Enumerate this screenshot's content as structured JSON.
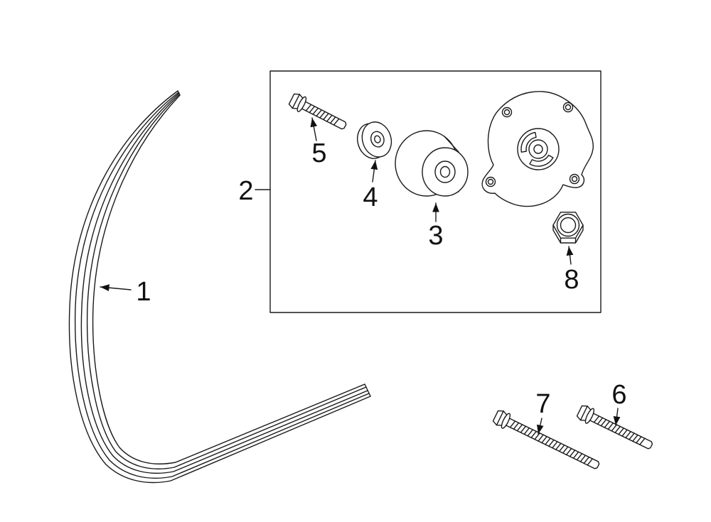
{
  "figure": {
    "type": "exploded-parts-diagram",
    "background": "#ffffff",
    "line_color": "#1a1a1a"
  },
  "labels": {
    "part1": "1",
    "part2": "2",
    "part3": "3",
    "part4": "4",
    "part5": "5",
    "part6": "6",
    "part7": "7",
    "part8": "8"
  }
}
